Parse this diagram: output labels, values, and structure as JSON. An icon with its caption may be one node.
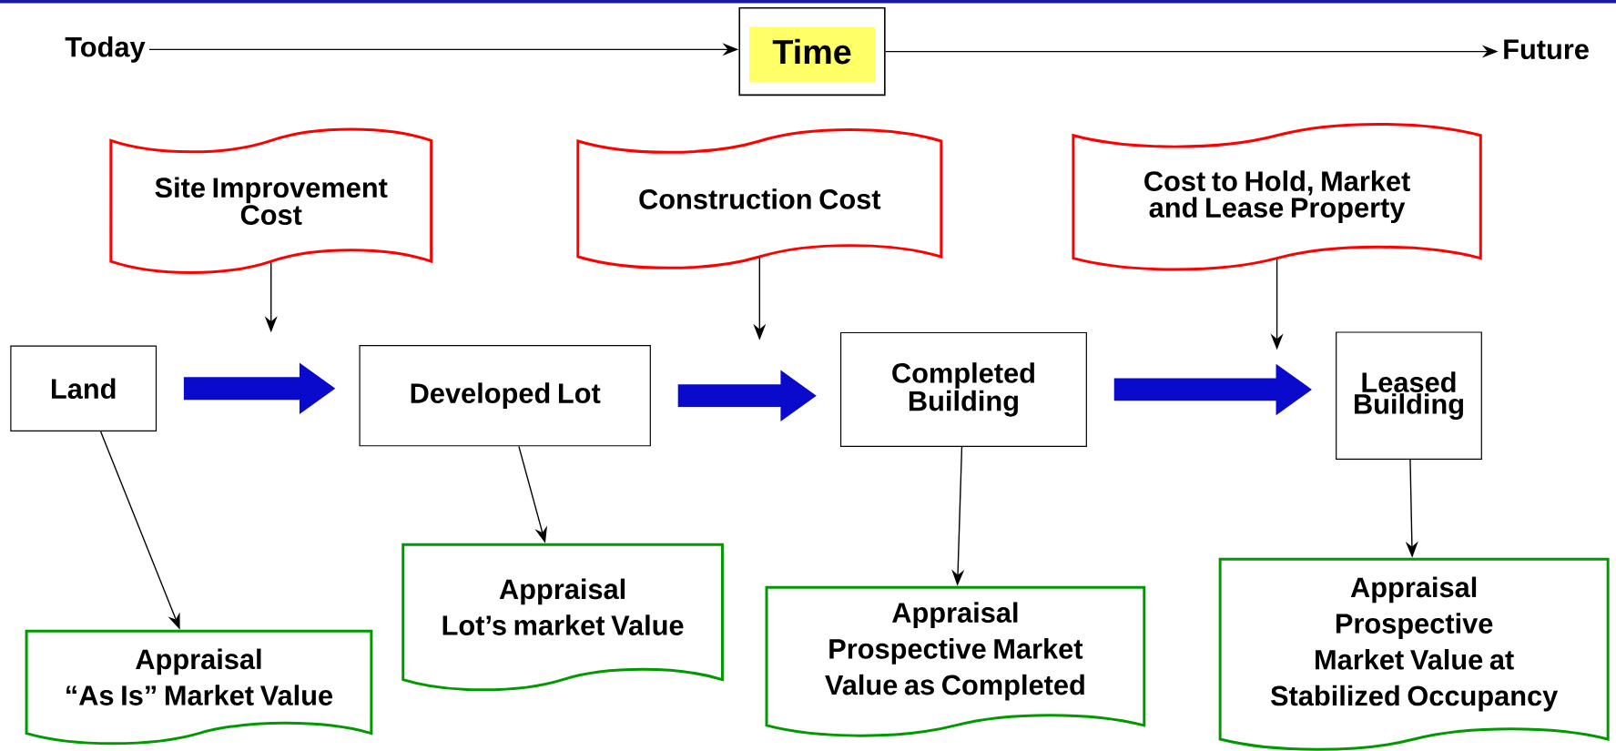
{
  "diagram": {
    "nodes": [
      {
        "text": [
          "Today"
        ]
      },
      {
        "text": [
          "Time"
        ]
      },
      {
        "text": [
          "Future"
        ]
      },
      {
        "text": [
          "Site Improvement Cost"
        ]
      },
      {
        "text": [
          "Construction Cost"
        ]
      },
      {
        "text": [
          "Cost to Hold, Market and Lease Property"
        ]
      },
      {
        "text": [
          "Land"
        ]
      },
      {
        "text": [
          "Developed Lot"
        ]
      },
      {
        "text": [
          "Completed Building"
        ]
      },
      {
        "text": [
          "Leased Building"
        ]
      },
      {
        "text": [
          "Appraisal",
          "“As Is” Market Value"
        ]
      },
      {
        "text": [
          "Appraisal",
          "Lot’s market Value"
        ]
      },
      {
        "text": [
          "Appraisal",
          "Prospective Market Value as Completed"
        ]
      },
      {
        "text": [
          "Appraisal",
          "Prospective Market Value at Stabilized Occupancy"
        ]
      }
    ],
    "edges": [
      {
        "from": 0,
        "to": 1,
        "arrow": "to"
      },
      {
        "from": 1,
        "to": 2,
        "arrow": "to"
      },
      {
        "from": 3,
        "to": null,
        "arrow": "to"
      },
      {
        "from": 4,
        "to": null,
        "arrow": "to"
      },
      {
        "from": 5,
        "to": null,
        "arrow": "to"
      },
      {
        "from": 6,
        "to": 7,
        "arrow": "to",
        "style": "thick",
        "color": "#0a0acc"
      },
      {
        "from": 7,
        "to": 8,
        "arrow": "to",
        "style": "thick",
        "color": "#0a0acc"
      },
      {
        "from": 8,
        "to": 9,
        "arrow": "to",
        "style": "thick",
        "color": "#0a0acc"
      },
      {
        "from": 6,
        "to": 10,
        "arrow": "to"
      },
      {
        "from": 7,
        "to": 11,
        "arrow": "to"
      },
      {
        "from": 8,
        "to": 12,
        "arrow": "to"
      },
      {
        "from": 9,
        "to": 13,
        "arrow": "to"
      }
    ]
  }
}
